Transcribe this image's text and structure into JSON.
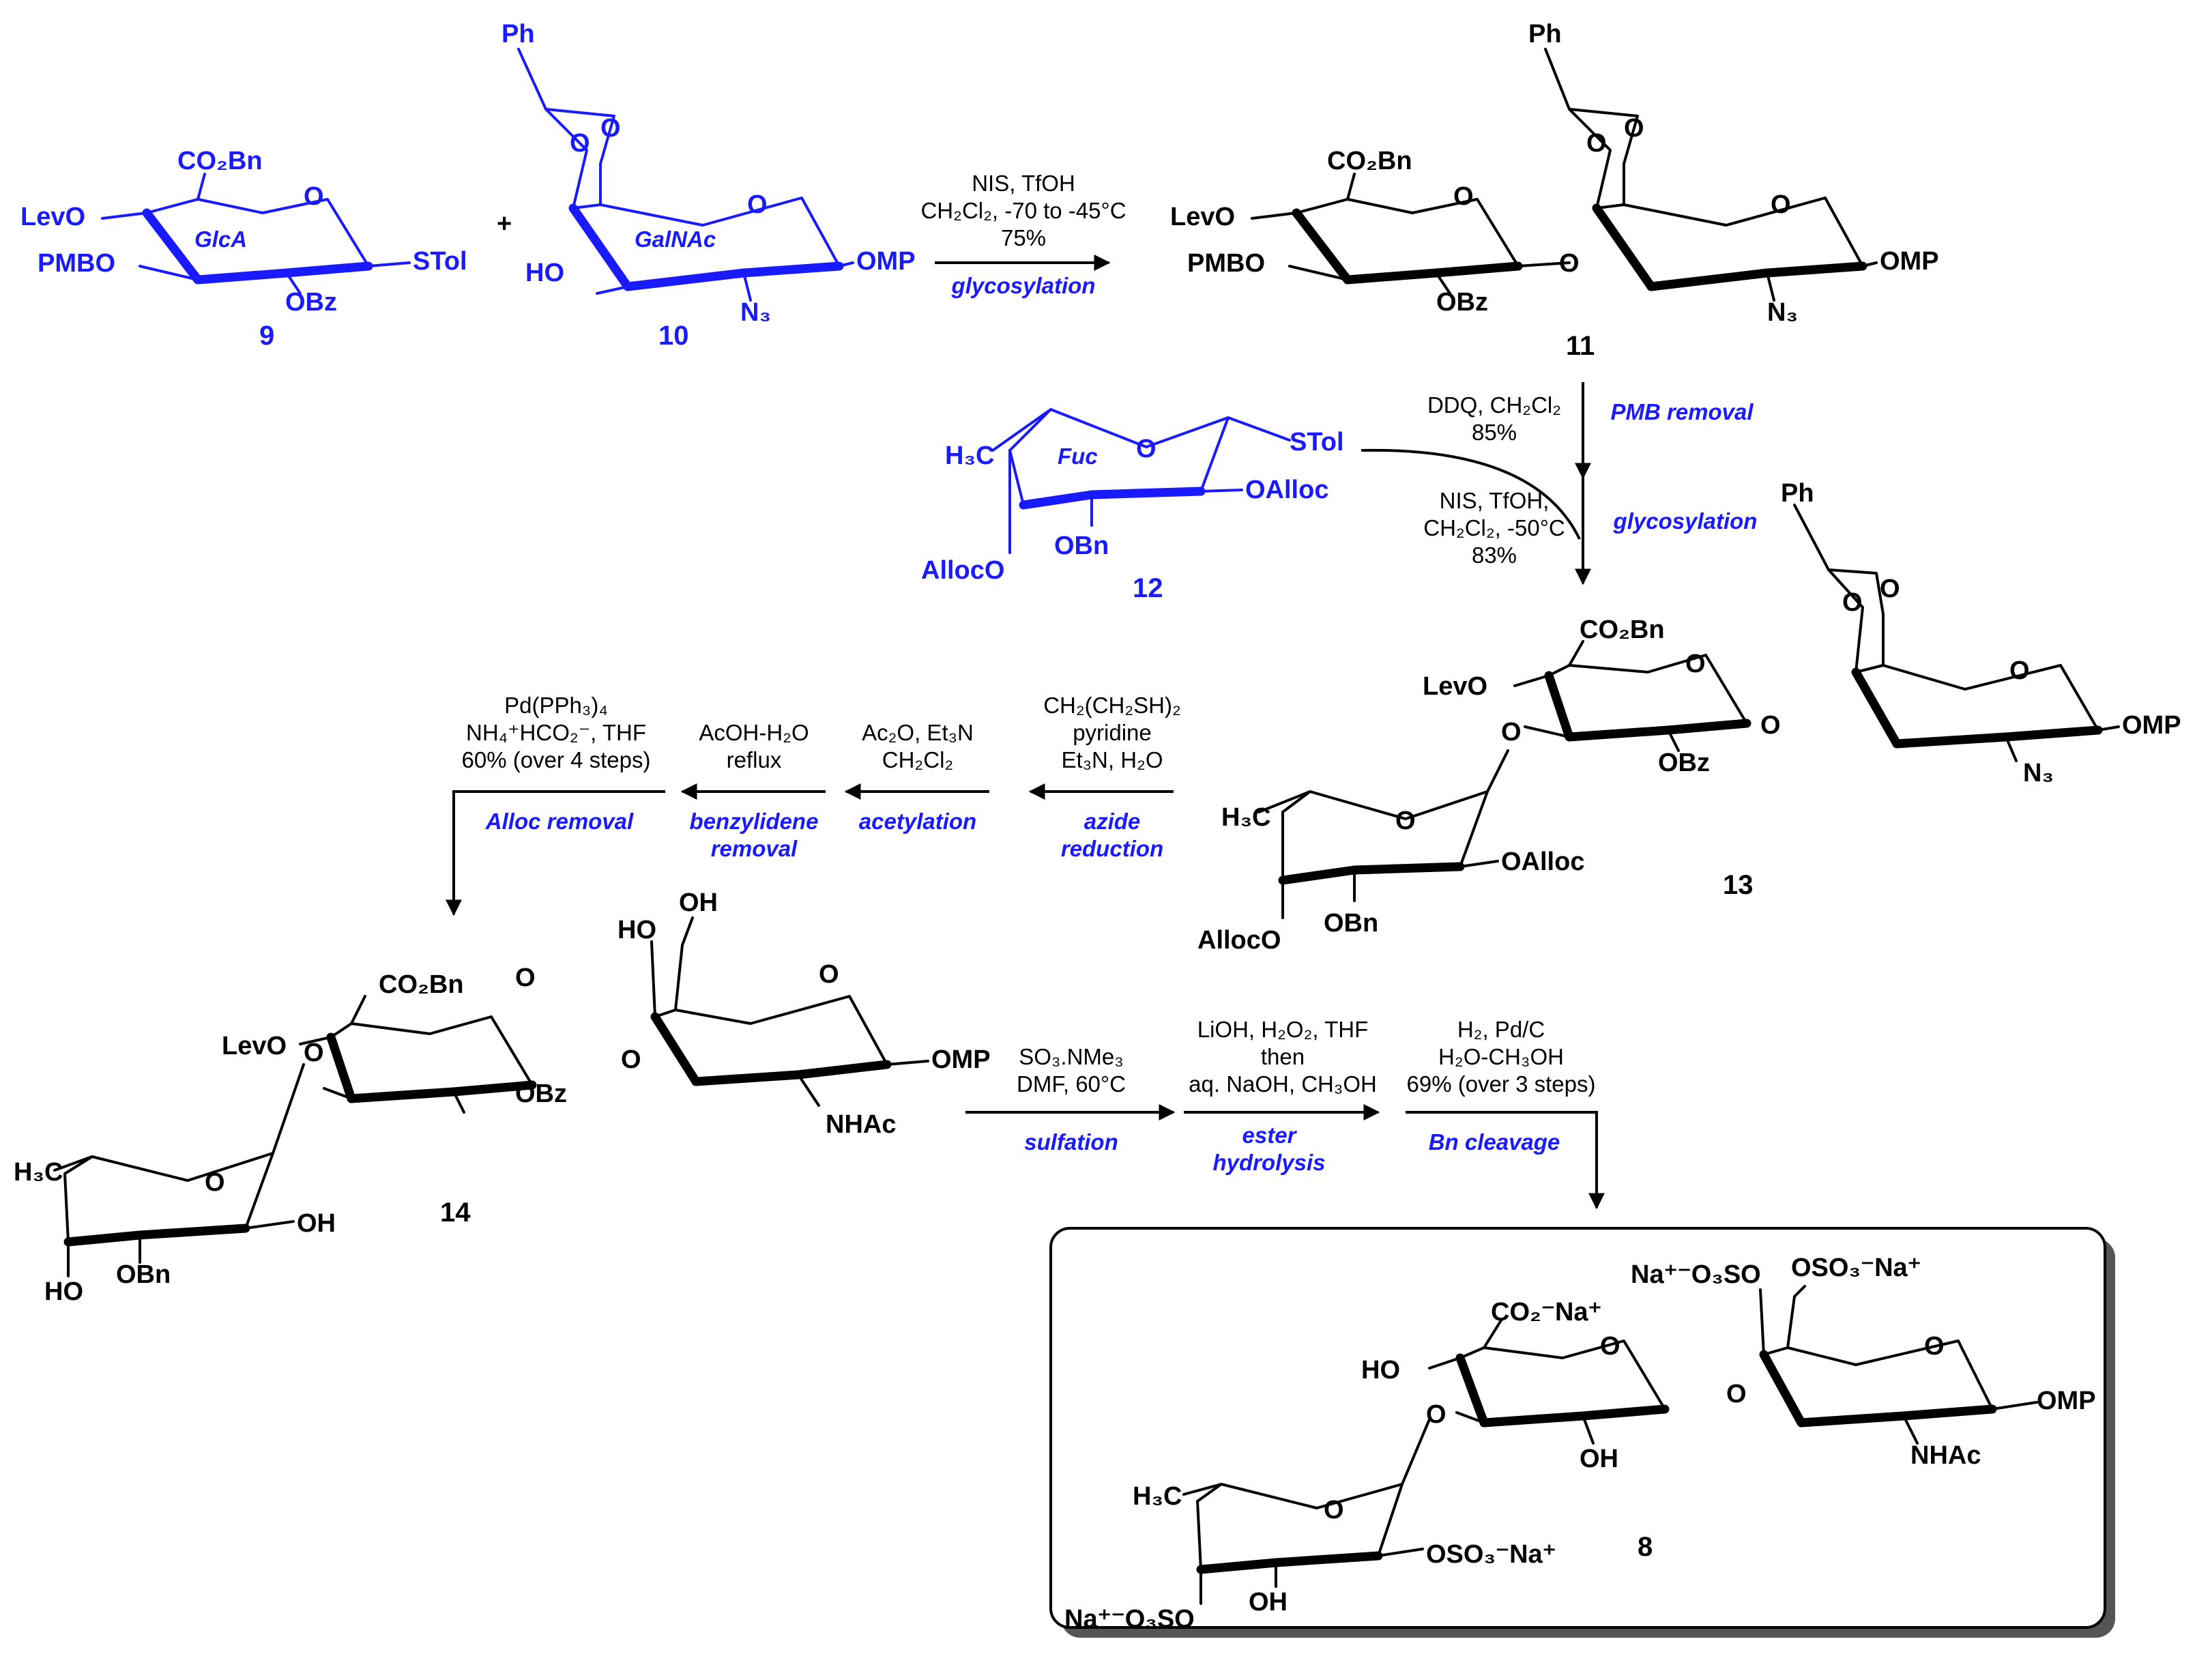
{
  "compounds": {
    "c9": {
      "number": "9",
      "ring": "GlcA",
      "subs": {
        "co2bn": "CO₂Bn",
        "levo": "LevO",
        "pmbo": "PMBO",
        "obz": "OBz",
        "stol": "STol",
        "o": "O"
      }
    },
    "c10": {
      "number": "10",
      "ring": "GalNAc",
      "subs": {
        "ph": "Ph",
        "o1": "O",
        "o2": "O",
        "o3": "O",
        "ho": "HO",
        "n3": "N₃",
        "omp": "OMP"
      }
    },
    "c11": {
      "number": "11",
      "subs": {
        "co2bn": "CO₂Bn",
        "levo": "LevO",
        "pmbo": "PMBO",
        "obz": "OBz",
        "ph": "Ph",
        "o": "O",
        "n3": "N₃",
        "omp": "OMP"
      }
    },
    "c12": {
      "number": "12",
      "ring": "Fuc",
      "subs": {
        "h3c": "H₃C",
        "stol": "STol",
        "oalloc": "OAlloc",
        "obn": "OBn",
        "allocO": "AllocO",
        "o": "O"
      }
    },
    "c13": {
      "number": "13",
      "subs": {
        "co2bn": "CO₂Bn",
        "levo": "LevO",
        "obz": "OBz",
        "ph": "Ph",
        "o": "O",
        "n3": "N₃",
        "omp": "OMP",
        "h3c": "H₃C",
        "oalloc": "OAlloc",
        "obn": "OBn",
        "allocO": "AllocO"
      }
    },
    "c14": {
      "number": "14",
      "subs": {
        "co2bn": "CO₂Bn",
        "levo": "LevO",
        "obz": "OBz",
        "ho": "HO",
        "oh": "OH",
        "nhac": "NHAc",
        "omp": "OMP",
        "h3c": "H₃C",
        "obn": "OBn",
        "o": "O"
      }
    },
    "c8": {
      "number": "8",
      "subs": {
        "co2na": "CO₂⁻Na⁺",
        "ho": "HO",
        "oh": "OH",
        "oso3na_top1": "Na⁺⁻O₃SO",
        "oso3na_top2": "OSO₃⁻Na⁺",
        "nhac": "NHAc",
        "omp": "OMP",
        "h3c": "H₃C",
        "oso3na": "OSO₃⁻Na⁺",
        "naoso3": "Na⁺⁻O₃SO",
        "o": "O"
      }
    }
  },
  "plus": "+",
  "steps": {
    "s1": {
      "lines": [
        "NIS, TfOH",
        "CH₂Cl₂, -70 to -45°C",
        "75%"
      ],
      "label": "glycosylation"
    },
    "s2": {
      "lines": [
        "DDQ, CH₂Cl₂",
        "85%"
      ],
      "label": "PMB removal"
    },
    "s3": {
      "lines": [
        "NIS, TfOH,",
        "CH₂Cl₂, -50°C",
        "83%"
      ],
      "label": "glycosylation"
    },
    "s4": {
      "lines": [
        "CH₂(CH₂SH)₂",
        "pyridine",
        "Et₃N, H₂O"
      ],
      "label": [
        "azide",
        "reduction"
      ]
    },
    "s5": {
      "lines": [
        "Ac₂O, Et₃N",
        "CH₂Cl₂"
      ],
      "label": "acetylation"
    },
    "s6": {
      "lines": [
        "AcOH-H₂O",
        "reflux"
      ],
      "label": [
        "benzylidene",
        "removal"
      ]
    },
    "s7": {
      "lines": [
        "Pd(PPh₃)₄",
        "NH₄⁺HCO₂⁻, THF",
        "60% (over 4 steps)"
      ],
      "label": "Alloc removal"
    },
    "s8": {
      "lines": [
        "SO₃.NMe₃",
        "DMF, 60°C"
      ],
      "label": "sulfation"
    },
    "s9": {
      "lines": [
        "LiOH, H₂O₂, THF",
        "then",
        "aq. NaOH, CH₃OH"
      ],
      "label": [
        "ester",
        "hydrolysis"
      ]
    },
    "s10": {
      "lines": [
        "H₂, Pd/C",
        "H₂O-CH₃OH",
        "69% (over 3 steps)"
      ],
      "label": "Bn cleavage"
    }
  }
}
